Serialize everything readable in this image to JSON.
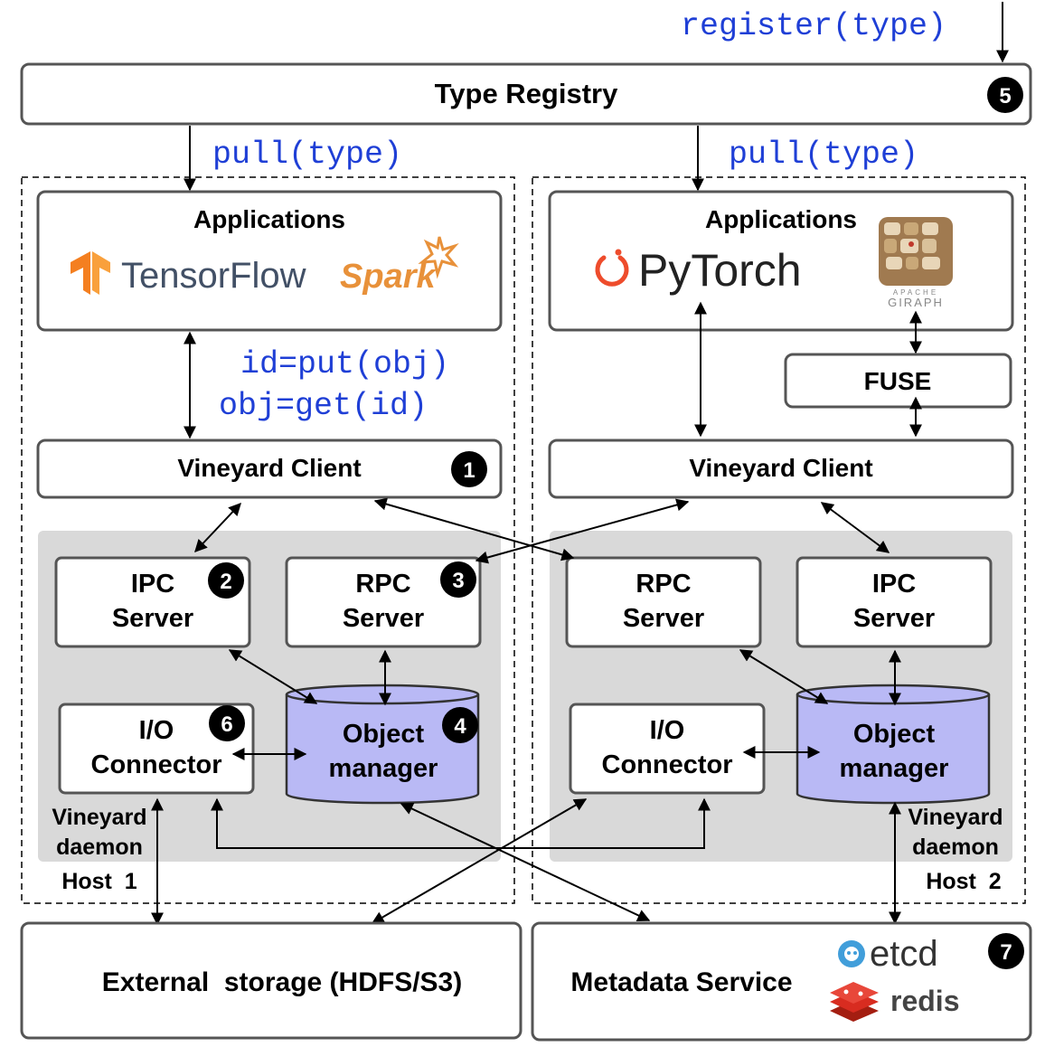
{
  "register_call": "register(type)",
  "type_registry": {
    "label": "Type Registry",
    "badge": "5"
  },
  "pull_call_left": "pull(type)",
  "pull_call_right": "pull(type)",
  "host1": {
    "apps_title": "Applications",
    "app_logos": [
      "TensorFlow",
      "Spark"
    ],
    "api_put": "id=put(obj)",
    "api_get": "obj=get(id)",
    "client": {
      "label": "Vineyard Client",
      "badge": "1"
    },
    "ipc_server": {
      "line1": "IPC",
      "line2": "Server",
      "badge": "2"
    },
    "rpc_server": {
      "line1": "RPC",
      "line2": "Server",
      "badge": "3"
    },
    "object_manager": {
      "line1": "Object",
      "line2": "manager",
      "badge": "4"
    },
    "io_connector": {
      "line1": "I/O",
      "line2": "Connector",
      "badge": "6"
    },
    "daemon_line1": "Vineyard",
    "daemon_line2": "daemon",
    "host_label": "Host  1"
  },
  "host2": {
    "apps_title": "Applications",
    "app_logos": [
      "PyTorch"
    ],
    "giraph_line1": "APACHE",
    "giraph_line2": "GIRAPH",
    "fuse_label": "FUSE",
    "client": {
      "label": "Vineyard Client"
    },
    "rpc_server": {
      "line1": "RPC",
      "line2": "Server"
    },
    "ipc_server": {
      "line1": "IPC",
      "line2": "Server"
    },
    "object_manager": {
      "line1": "Object",
      "line2": "manager"
    },
    "io_connector": {
      "line1": "I/O",
      "line2": "Connector"
    },
    "daemon_line1": "Vineyard",
    "daemon_line2": "daemon",
    "host_label": "Host  2"
  },
  "external_storage": {
    "label": "External  storage (HDFS/S3)"
  },
  "metadata_service": {
    "label": "Metadata Service",
    "badge": "7",
    "logos": [
      "etcd",
      "redis"
    ]
  },
  "colors": {
    "code_blue": "#1f3fd6",
    "object_manager_fill": "#b9b9f5",
    "daemon_bg": "#d9d9d9",
    "tensorflow_orange": "#f47f20",
    "tensorflow_text": "#425066",
    "spark_orange": "#e8913a",
    "pytorch_red": "#ee4c2c",
    "etcd_blue": "#419eda",
    "redis_red": "#d82c20"
  }
}
